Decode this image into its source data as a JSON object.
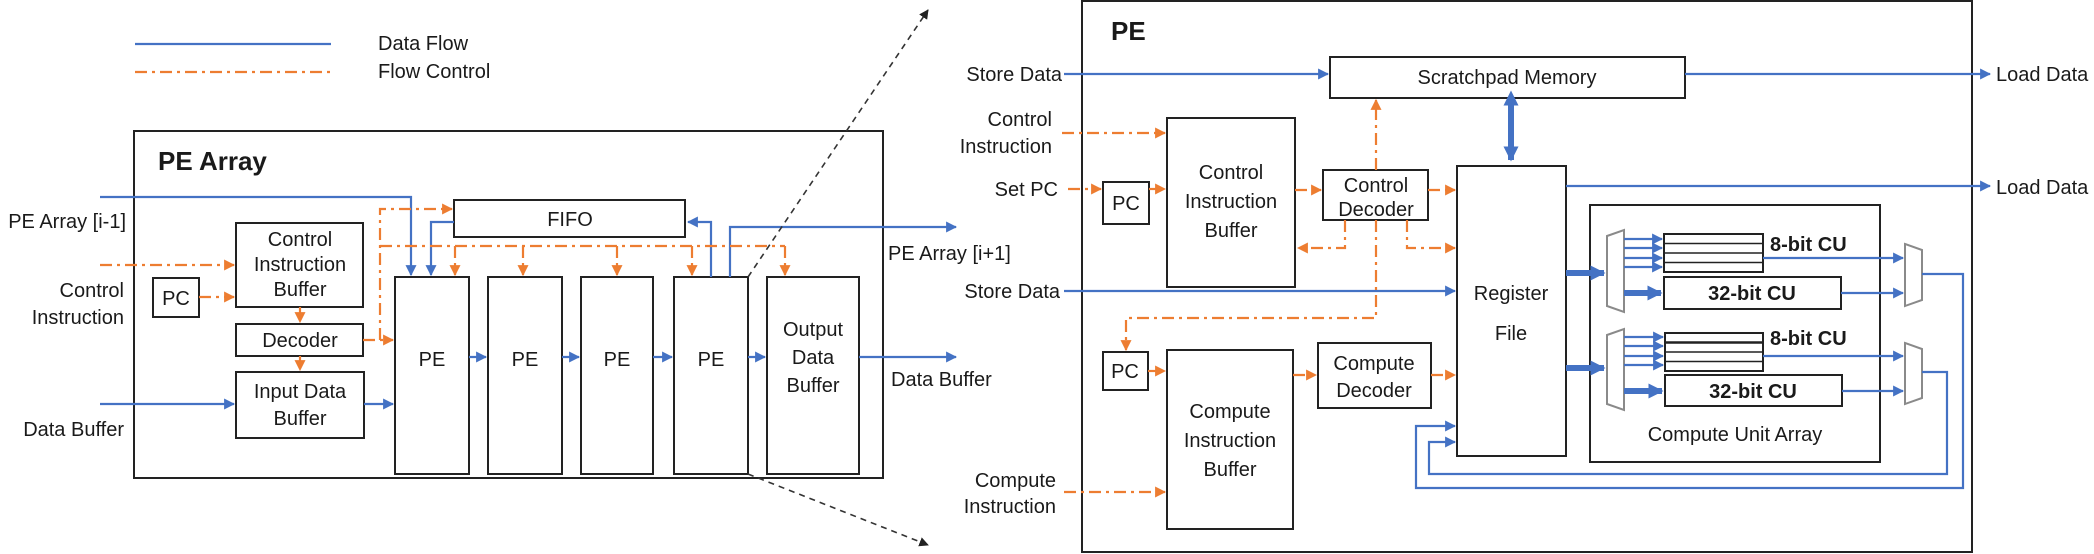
{
  "legend": {
    "data_flow": "Data Flow",
    "flow_control": "Flow Control",
    "colors": {
      "data_flow": "#4472c4",
      "flow_control": "#ed7d31"
    }
  },
  "pe_array": {
    "title": "PE Array",
    "inputs": {
      "prev_array": "PE Array [i-1]",
      "control_instruction_1": "Control",
      "control_instruction_2": "Instruction",
      "data_buffer": "Data Buffer"
    },
    "outputs": {
      "next_array": "PE Array [i+1]",
      "data_buffer": "Data Buffer"
    },
    "blocks": {
      "pc": "PC",
      "cib_1": "Control",
      "cib_2": "Instruction",
      "cib_3": "Buffer",
      "decoder": "Decoder",
      "idb_1": "Input Data",
      "idb_2": "Buffer",
      "fifo": "FIFO",
      "pes": [
        "PE",
        "PE",
        "PE",
        "PE"
      ],
      "odb_1": "Output",
      "odb_2": "Data",
      "odb_3": "Buffer"
    }
  },
  "pe": {
    "title": "PE",
    "inputs": {
      "store_data_1": "Store Data",
      "control_instruction_1": "Control",
      "control_instruction_2": "Instruction",
      "set_pc": "Set PC",
      "store_data_2": "Store Data",
      "compute_instruction_1": "Compute",
      "compute_instruction_2": "Instruction"
    },
    "outputs": {
      "load_data_1": "Load Data",
      "load_data_2": "Load Data"
    },
    "blocks": {
      "scratchpad": "Scratchpad Memory",
      "pc_control": "PC",
      "cib_1": "Control",
      "cib_2": "Instruction",
      "cib_3": "Buffer",
      "cd_1": "Control",
      "cd_2": "Decoder",
      "rf_1": "Register",
      "rf_2": "File",
      "pc_compute": "PC",
      "comp_ib_1": "Compute",
      "comp_ib_2": "Instruction",
      "comp_ib_3": "Buffer",
      "comp_dec_1": "Compute",
      "comp_dec_2": "Decoder",
      "cu_8bit_1": "8-bit CU",
      "cu_32bit_1": "32-bit CU",
      "cu_8bit_2": "8-bit CU",
      "cu_32bit_2": "32-bit CU",
      "cua": "Compute Unit Array"
    }
  }
}
